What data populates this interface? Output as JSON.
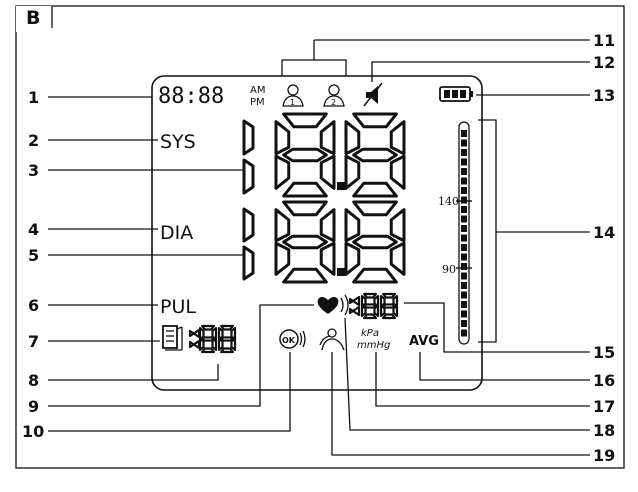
{
  "panel_letter": "B",
  "display": {
    "clock_digits": "88:88",
    "am": "AM",
    "pm": "PM",
    "sys_label": "SYS",
    "dia_label": "DIA",
    "pul_label": "PUL",
    "ok_label": "OK",
    "unit_kpa": "kPa",
    "unit_mmhg": "mmHg",
    "avg_label": "AVG",
    "scale_high": "140",
    "scale_low": "90",
    "user1": "1",
    "user2": "2"
  },
  "callouts": {
    "left": [
      "1",
      "2",
      "3",
      "4",
      "5",
      "6",
      "7",
      "8",
      "9",
      "10"
    ],
    "right": [
      "11",
      "12",
      "13",
      "14",
      "15",
      "16",
      "17",
      "18",
      "19"
    ]
  },
  "colors": {
    "ink": "#111111",
    "background": "#ffffff"
  }
}
